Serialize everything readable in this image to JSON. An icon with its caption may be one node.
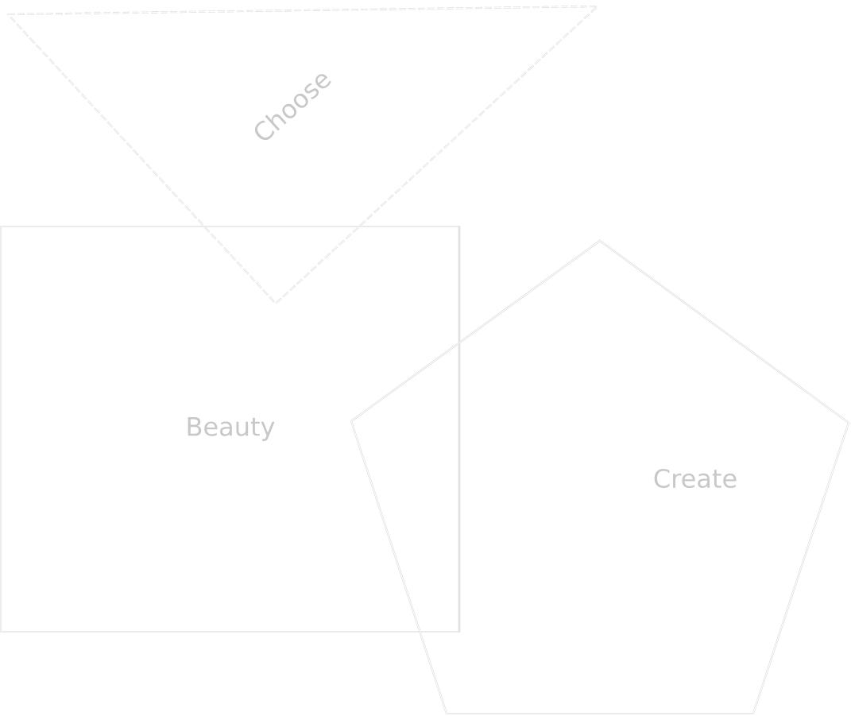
{
  "diagram": {
    "nodes": [
      {
        "text": [
          "Choose"
        ]
      },
      {
        "text": [
          "Beauty"
        ]
      },
      {
        "text": [
          "Create"
        ]
      }
    ]
  }
}
